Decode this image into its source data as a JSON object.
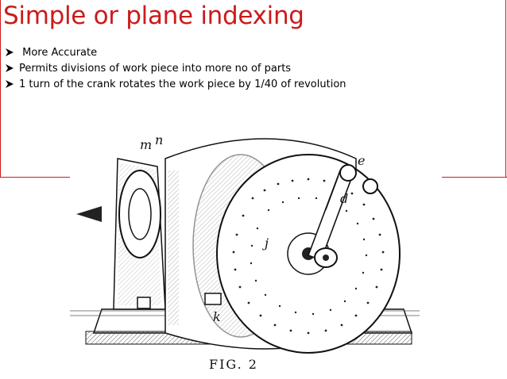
{
  "slide": {
    "title": "Simple or plane indexing",
    "bullets": [
      " More Accurate",
      "Permits divisions of work piece into more no of parts",
      "1 turn of the crank rotates the work piece by 1/40 of revolution"
    ],
    "bullet_icon": "arrow-bullet-icon",
    "accent_color": "#cc1a1a"
  },
  "figure": {
    "labels": [
      "m",
      "n",
      "e",
      "d",
      "j",
      "k"
    ],
    "caption": "FIG. 2"
  }
}
